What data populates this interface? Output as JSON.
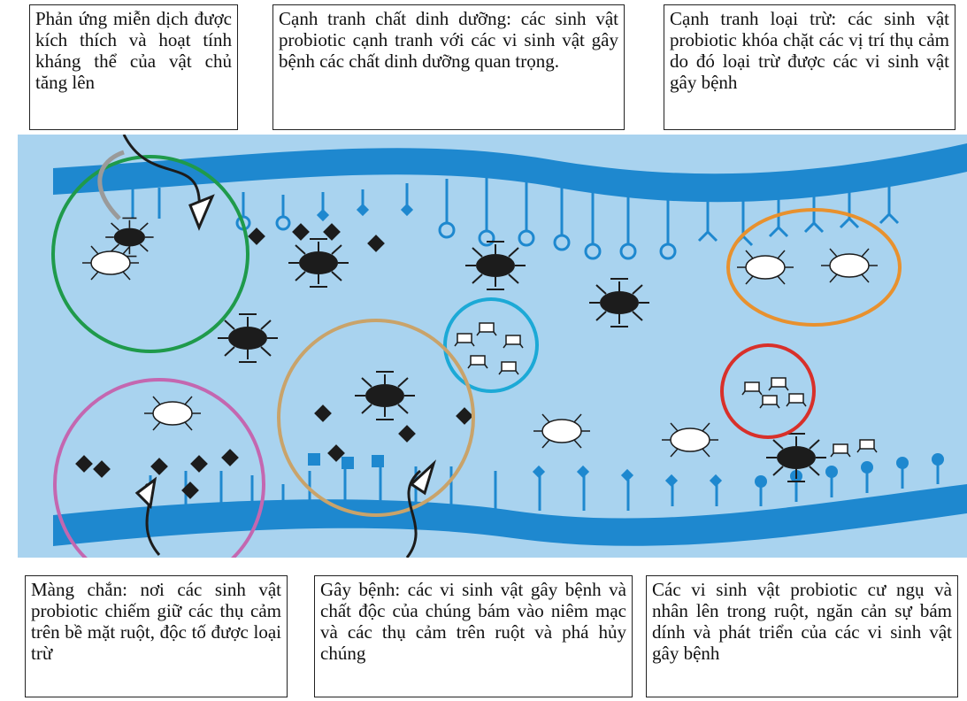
{
  "captions": {
    "immune": "Phản ứng miễn dịch được kích thích và hoạt tính kháng thể của vật chủ tăng lên",
    "nutrient": "Cạnh tranh chất dinh dưỡng: các sinh vật probiotic cạnh tranh với các vi sinh vật gây bệnh các chất dinh dưỡng quan trọng.",
    "exclusion": "Cạnh tranh loại trừ: các sinh vật probiotic khóa chặt các vị trí thụ cảm do đó loại trừ được các vi sinh vật gây bệnh",
    "barrier": "Màng chắn: nơi các sinh vật probiotic chiếm giữ các thụ cảm trên bề mặt ruột, độc tố được loại trừ",
    "pathogen": "Gây bệnh: các vi sinh vật gây bệnh và chất độc của chúng bám vào niêm mạc và các thụ cảm trên ruột và phá hủy chúng",
    "colonize": "Các vi sinh vật probiotic cư ngụ và nhân lên trong ruột, ngăn cản sự bám dính và phát triển của các vi sinh vật gây bệnh"
  },
  "colors": {
    "background": "#a9d3ef",
    "gut_wall": "#1e88cf",
    "immune_ring": "#1f9a4b",
    "nutrient_ring": "#1ca9d6",
    "exclusion_ring": "#e8912e",
    "exclusion_ring_small": "#d8302a",
    "barrier_ring": "#c467b0",
    "pathogen_ring": "#c9a36a"
  }
}
